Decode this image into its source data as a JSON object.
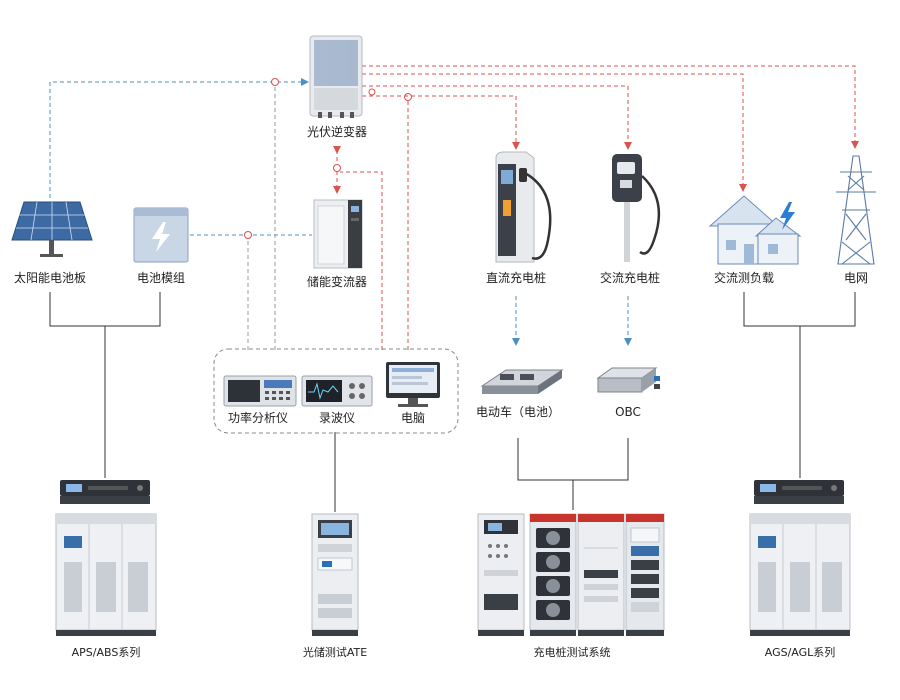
{
  "devices": {
    "pv_inverter": "光伏逆变器",
    "solar_panel": "太阳能电池板",
    "battery_module": "电池模组",
    "storage_converter": "储能变流器",
    "dc_charger": "直流充电桩",
    "ac_charger": "交流充电桩",
    "ac_load": "交流测负载",
    "grid": "电网",
    "power_analyzer": "功率分析仪",
    "oscilloscope": "录波仪",
    "computer": "电脑",
    "ev_battery": "电动车（电池）",
    "obc": "OBC"
  },
  "systems": {
    "aps_abs": "APS/ABS系列",
    "pv_ate": "光储测试ATE",
    "charger_test": "充电桩测试系统",
    "ags_agl": "AGS/AGL系列"
  },
  "colors": {
    "red_line": "#d9534f",
    "blue_line": "#4a8fc4",
    "gray_line": "#999999"
  }
}
